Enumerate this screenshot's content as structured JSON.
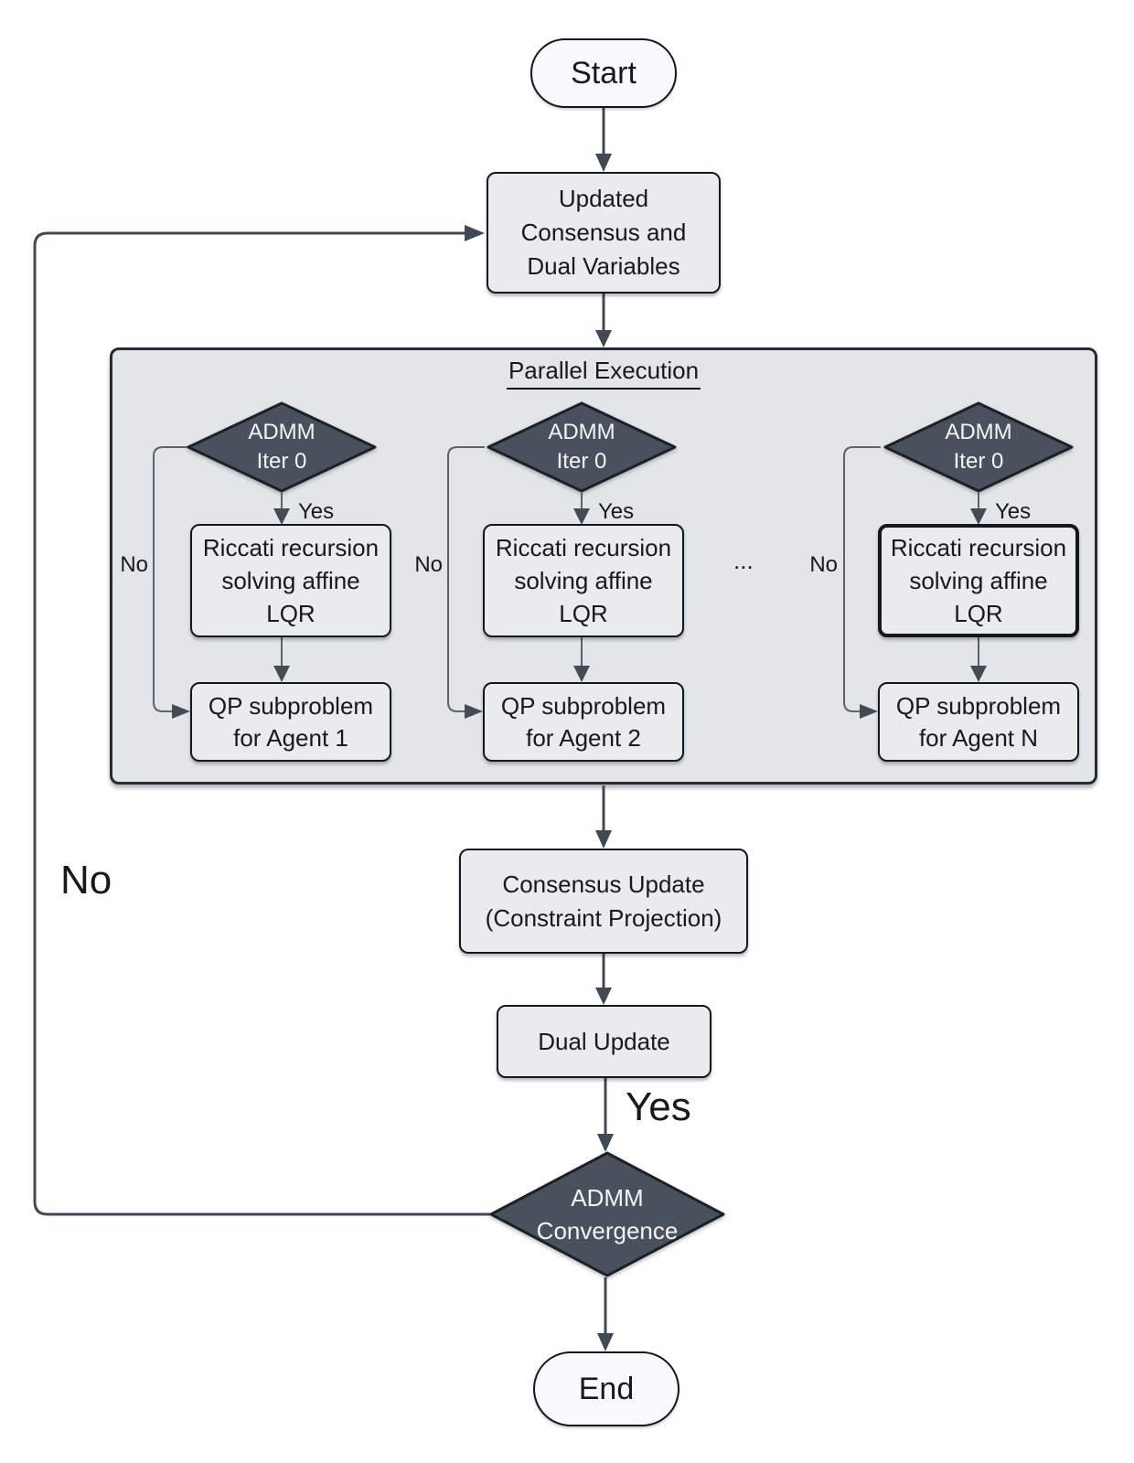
{
  "colors": {
    "background": "#ffffff",
    "container_fill": "#e3e6e9",
    "node_fill": "#e9ebed",
    "terminal_fill": "#f8f9fa",
    "diamond_fill": "#49525c",
    "node_border": "#14181d",
    "edge_line": "#414a54",
    "diamond_text": "#f3f5f7",
    "text": "#17191c"
  },
  "nodes": {
    "start": {
      "label": "Start"
    },
    "updated": {
      "label": "Updated\nConsensus and\nDual Variables"
    },
    "parallel": {
      "title": "Parallel Execution"
    },
    "columns": [
      {
        "decision": "ADMM\nIter 0",
        "yes": "Yes",
        "no": "No",
        "riccati": "Riccati recursion\nsolving affine\nLQR",
        "qp": "QP subproblem\nfor Agent 1"
      },
      {
        "decision": "ADMM\nIter 0",
        "yes": "Yes",
        "no": "No",
        "riccati": "Riccati recursion\nsolving affine\nLQR",
        "qp": "QP subproblem\nfor Agent 2"
      },
      {
        "decision": "ADMM\nIter 0",
        "yes": "Yes",
        "no": "No",
        "riccati": "Riccati recursion\nsolving affine\nLQR",
        "qp": "QP subproblem\nfor Agent N"
      }
    ],
    "ellipsis": "...",
    "consensus": {
      "label": "Consensus Update\n(Constraint Projection)"
    },
    "dual": {
      "label": "Dual Update"
    },
    "convergence": {
      "label": "ADMM\nConvergence",
      "yes": "Yes",
      "no": "No"
    },
    "end": {
      "label": "End"
    }
  }
}
